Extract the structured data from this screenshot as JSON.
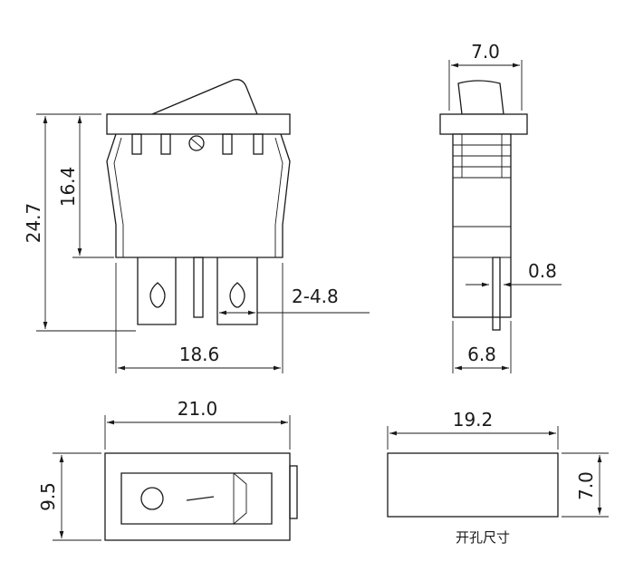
{
  "front_view": {
    "height_total": "24.7",
    "height_body": "16.4",
    "terminal_width": "2-4.8",
    "body_width": "18.6"
  },
  "side_view": {
    "top_width": "7.0",
    "terminal_thickness": "0.8",
    "bottom_width": "6.8"
  },
  "top_view": {
    "width": "21.0",
    "height": "9.5"
  },
  "cutout": {
    "width": "19.2",
    "height": "7.0",
    "caption": "开孔尺寸"
  }
}
